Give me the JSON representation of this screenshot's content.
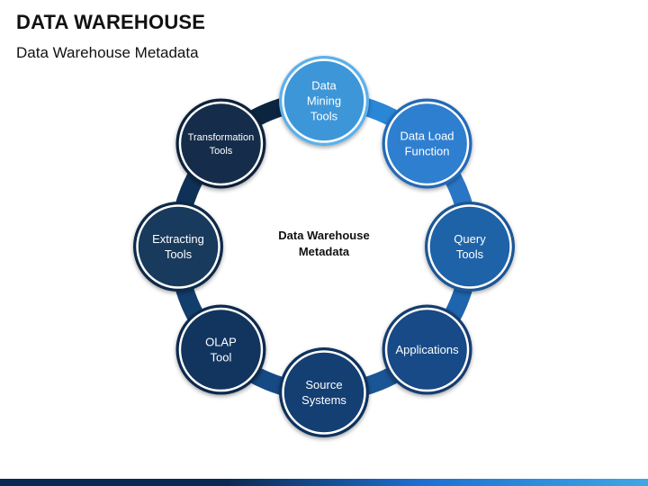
{
  "title": "DATA WAREHOUSE",
  "subtitle": "Data Warehouse Metadata",
  "diagram": {
    "center_label": [
      "Data Warehouse",
      "Metadata"
    ],
    "nodes": [
      {
        "lines": [
          "Data",
          "Mining",
          "Tools"
        ],
        "fill": "#3d96d8",
        "ring": "#5ab0ec"
      },
      {
        "lines": [
          "Data Load",
          "Function"
        ],
        "fill": "#2f7fd0",
        "ring": "#2369b8"
      },
      {
        "lines": [
          "Query",
          "Tools"
        ],
        "fill": "#1e63a8",
        "ring": "#1a5696"
      },
      {
        "lines": [
          "Applications"
        ],
        "fill": "#174a86",
        "ring": "#123c70"
      },
      {
        "lines": [
          "Source",
          "Systems"
        ],
        "fill": "#143f73",
        "ring": "#0f335f"
      },
      {
        "lines": [
          "OLAP",
          "Tool"
        ],
        "fill": "#12355f",
        "ring": "#0d2a4d"
      },
      {
        "lines": [
          "Extracting",
          "Tools"
        ],
        "fill": "#183a5c",
        "ring": "#112c48"
      },
      {
        "lines": [
          "Transformation",
          "Tools"
        ],
        "fill": "#152d4a",
        "ring": "#0e223a"
      }
    ],
    "arc_colors": [
      "#2a86d6",
      "#2a76c6",
      "#1f64ae",
      "#1a5596",
      "#164a84",
      "#123e6e",
      "#0f3158",
      "#0b2540"
    ]
  },
  "bottom_bar_colors": [
    "#0b2a52",
    "#1e6fd0",
    "#3fa6e6"
  ]
}
